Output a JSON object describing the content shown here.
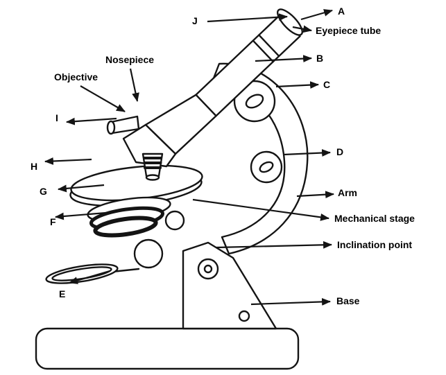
{
  "figure": {
    "type": "labeled-diagram",
    "subject": "compound light microscope with labeled parts",
    "colors": {
      "line": "#141414",
      "background": "#ffffff"
    },
    "labels": {
      "j": "J",
      "a": "A",
      "eyepiece_tube": "Eyepiece tube",
      "b": "B",
      "c": "C",
      "nosepiece": "Nosepiece",
      "objective": "Objective",
      "i": "I",
      "d": "D",
      "h": "H",
      "arm": "Arm",
      "g": "G",
      "mechanical_stage": "Mechanical stage",
      "f": "F",
      "inclination_point": "Inclination point",
      "e": "E",
      "base": "Base"
    }
  }
}
